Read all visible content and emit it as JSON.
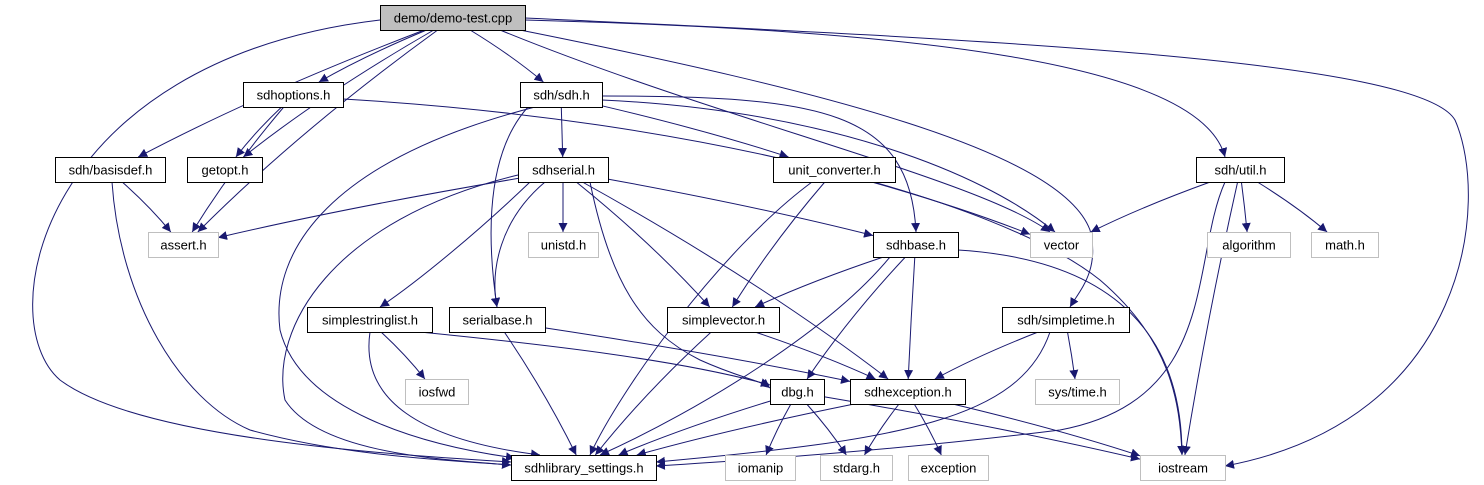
{
  "nodes": [
    {
      "id": "demo_test",
      "label": "demo/demo-test.cpp",
      "kind": "root"
    },
    {
      "id": "sdhoptions",
      "label": "sdhoptions.h",
      "kind": "local"
    },
    {
      "id": "sdh",
      "label": "sdh/sdh.h",
      "kind": "local"
    },
    {
      "id": "basisdef",
      "label": "sdh/basisdef.h",
      "kind": "local"
    },
    {
      "id": "getopt",
      "label": "getopt.h",
      "kind": "local"
    },
    {
      "id": "sdhserial",
      "label": "sdhserial.h",
      "kind": "local"
    },
    {
      "id": "unit_converter",
      "label": "unit_converter.h",
      "kind": "local"
    },
    {
      "id": "util",
      "label": "sdh/util.h",
      "kind": "local"
    },
    {
      "id": "assert",
      "label": "assert.h",
      "kind": "system"
    },
    {
      "id": "unistd",
      "label": "unistd.h",
      "kind": "system"
    },
    {
      "id": "sdhbase",
      "label": "sdhbase.h",
      "kind": "local"
    },
    {
      "id": "vector",
      "label": "vector",
      "kind": "system"
    },
    {
      "id": "algorithm",
      "label": "algorithm",
      "kind": "system"
    },
    {
      "id": "math",
      "label": "math.h",
      "kind": "system"
    },
    {
      "id": "simplestringlist",
      "label": "simplestringlist.h",
      "kind": "local"
    },
    {
      "id": "serialbase",
      "label": "serialbase.h",
      "kind": "local"
    },
    {
      "id": "simplevector",
      "label": "simplevector.h",
      "kind": "local"
    },
    {
      "id": "simpletime",
      "label": "sdh/simpletime.h",
      "kind": "local"
    },
    {
      "id": "iosfwd",
      "label": "iosfwd",
      "kind": "system"
    },
    {
      "id": "dbg",
      "label": "dbg.h",
      "kind": "local"
    },
    {
      "id": "sdhexception",
      "label": "sdhexception.h",
      "kind": "local"
    },
    {
      "id": "systime",
      "label": "sys/time.h",
      "kind": "system"
    },
    {
      "id": "sdhlibrary_settings",
      "label": "sdhlibrary_settings.h",
      "kind": "local"
    },
    {
      "id": "iomanip",
      "label": "iomanip",
      "kind": "system"
    },
    {
      "id": "stdarg",
      "label": "stdarg.h",
      "kind": "system"
    },
    {
      "id": "exception",
      "label": "exception",
      "kind": "system"
    },
    {
      "id": "iostream",
      "label": "iostream",
      "kind": "system"
    }
  ],
  "edges": [
    [
      "demo_test",
      "sdhoptions"
    ],
    [
      "demo_test",
      "sdh"
    ],
    [
      "demo_test",
      "basisdef"
    ],
    [
      "demo_test",
      "getopt"
    ],
    [
      "demo_test",
      "assert"
    ],
    [
      "demo_test",
      "vector"
    ],
    [
      "demo_test",
      "util"
    ],
    [
      "demo_test",
      "simpletime"
    ],
    [
      "demo_test",
      "iostream"
    ],
    [
      "demo_test",
      "sdhlibrary_settings"
    ],
    [
      "sdhoptions",
      "getopt"
    ],
    [
      "sdhoptions",
      "assert"
    ],
    [
      "sdhoptions",
      "iostream"
    ],
    [
      "sdh",
      "sdhserial"
    ],
    [
      "sdh",
      "unit_converter"
    ],
    [
      "sdh",
      "sdhbase"
    ],
    [
      "sdh",
      "vector"
    ],
    [
      "sdh",
      "serialbase"
    ],
    [
      "sdh",
      "sdhlibrary_settings"
    ],
    [
      "basisdef",
      "assert"
    ],
    [
      "basisdef",
      "sdhlibrary_settings"
    ],
    [
      "sdhserial",
      "assert"
    ],
    [
      "sdhserial",
      "unistd"
    ],
    [
      "sdhserial",
      "sdhbase"
    ],
    [
      "sdhserial",
      "simplestringlist"
    ],
    [
      "sdhserial",
      "serialbase"
    ],
    [
      "sdhserial",
      "simplevector"
    ],
    [
      "sdhserial",
      "dbg"
    ],
    [
      "sdhserial",
      "sdhexception"
    ],
    [
      "sdhserial",
      "sdhlibrary_settings"
    ],
    [
      "unit_converter",
      "vector"
    ],
    [
      "unit_converter",
      "simplevector"
    ],
    [
      "unit_converter",
      "sdhlibrary_settings"
    ],
    [
      "util",
      "vector"
    ],
    [
      "util",
      "algorithm"
    ],
    [
      "util",
      "math"
    ],
    [
      "util",
      "iostream"
    ],
    [
      "util",
      "sdhlibrary_settings"
    ],
    [
      "sdhbase",
      "simplevector"
    ],
    [
      "sdhbase",
      "dbg"
    ],
    [
      "sdhbase",
      "sdhexception"
    ],
    [
      "sdhbase",
      "iostream"
    ],
    [
      "sdhbase",
      "sdhlibrary_settings"
    ],
    [
      "simplestringlist",
      "iosfwd"
    ],
    [
      "simplestringlist",
      "dbg"
    ],
    [
      "simplestringlist",
      "sdhlibrary_settings"
    ],
    [
      "serialbase",
      "sdhexception"
    ],
    [
      "serialbase",
      "sdhlibrary_settings"
    ],
    [
      "simplevector",
      "sdhexception"
    ],
    [
      "simplevector",
      "sdhlibrary_settings"
    ],
    [
      "simpletime",
      "systime"
    ],
    [
      "simpletime",
      "sdhexception"
    ],
    [
      "simpletime",
      "sdhlibrary_settings"
    ],
    [
      "dbg",
      "iomanip"
    ],
    [
      "dbg",
      "stdarg"
    ],
    [
      "dbg",
      "iostream"
    ],
    [
      "dbg",
      "sdhlibrary_settings"
    ],
    [
      "sdhexception",
      "stdarg"
    ],
    [
      "sdhexception",
      "exception"
    ],
    [
      "sdhexception",
      "iostream"
    ],
    [
      "sdhexception",
      "sdhlibrary_settings"
    ]
  ]
}
